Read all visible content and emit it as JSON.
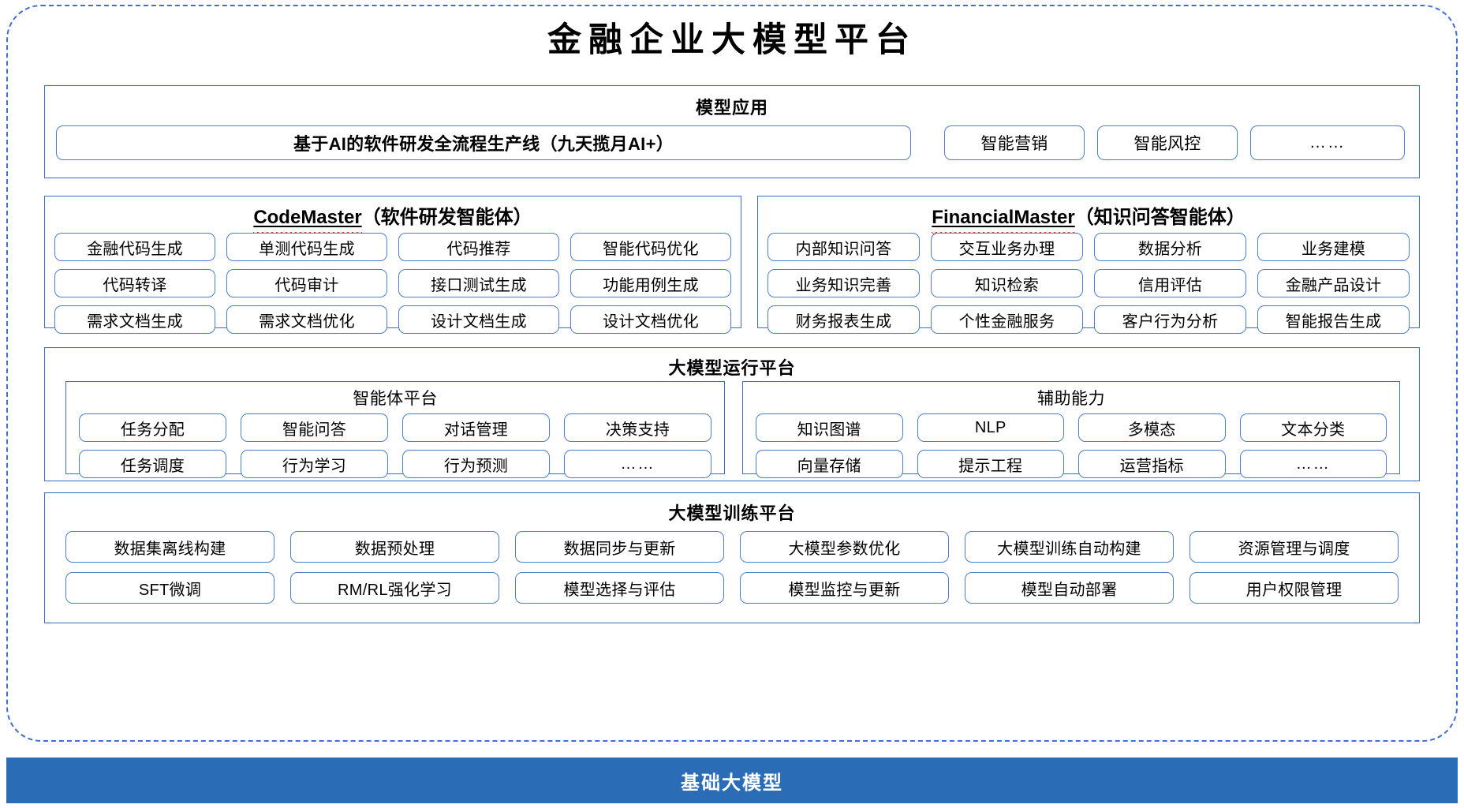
{
  "title": "金融企业大模型平台",
  "sections": {
    "apps": {
      "title": "模型应用",
      "primary": "基于AI的软件研发全流程生产线（九天揽月AI+）",
      "items": [
        "智能营销",
        "智能风控",
        "……"
      ]
    },
    "code_master": {
      "name_en": "CodeMaster",
      "name_cn": "（软件研发智能体）",
      "items": [
        "金融代码生成",
        "单测代码生成",
        "代码推荐",
        "智能代码优化",
        "代码转译",
        "代码审计",
        "接口测试生成",
        "功能用例生成",
        "需求文档生成",
        "需求文档优化",
        "设计文档生成",
        "设计文档优化"
      ]
    },
    "financial_master": {
      "name_en": "FinancialMaster",
      "name_cn": "（知识问答智能体）",
      "items": [
        "内部知识问答",
        "交互业务办理",
        "数据分析",
        "业务建模",
        "业务知识完善",
        "知识检索",
        "信用评估",
        "金融产品设计",
        "财务报表生成",
        "个性金融服务",
        "客户行为分析",
        "智能报告生成"
      ]
    },
    "runtime": {
      "title": "大模型运行平台",
      "agent_platform": {
        "title": "智能体平台",
        "items": [
          "任务分配",
          "智能问答",
          "对话管理",
          "决策支持",
          "任务调度",
          "行为学习",
          "行为预测",
          "……"
        ]
      },
      "aux_capability": {
        "title": "辅助能力",
        "items": [
          "知识图谱",
          "NLP",
          "多模态",
          "文本分类",
          "向量存储",
          "提示工程",
          "运营指标",
          "……"
        ]
      }
    },
    "training": {
      "title": "大模型训练平台",
      "items": [
        "数据集离线构建",
        "数据预处理",
        "数据同步与更新",
        "大模型参数优化",
        "大模型训练自动构建",
        "资源管理与调度",
        "SFT微调",
        "RM/RL强化学习",
        "模型选择与评估",
        "模型监控与更新",
        "模型自动部署",
        "用户权限管理"
      ]
    },
    "foundation": {
      "title": "基础大模型"
    }
  },
  "colors": {
    "frame_border": "#3f6fd0",
    "panel_border": "#3a6fc0",
    "chip_border": "#4a7fc9",
    "foundation_bg": "#2b6cb6",
    "spell_underline": "#e03a2f"
  }
}
